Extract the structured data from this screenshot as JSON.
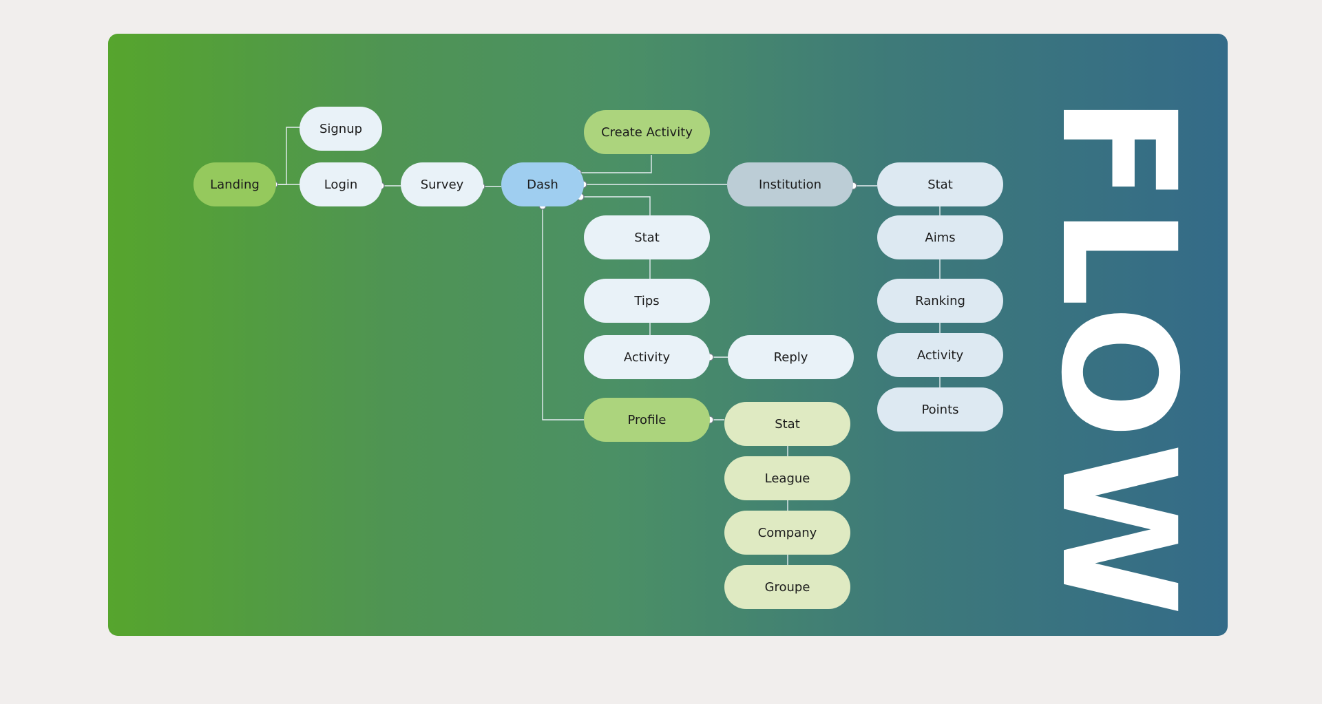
{
  "title_word": "FLOW",
  "colors": {
    "background": "#f1eeed",
    "gradient_start": "#56a52d",
    "gradient_end": "#346b88",
    "node_light": "#e9f2f8",
    "node_green": "#95c95d",
    "node_blue": "#9fcef0",
    "node_grey": "#bccdd6",
    "node_sage": "#dfeac2"
  },
  "nodes": {
    "landing": "Landing",
    "signup": "Signup",
    "login": "Login",
    "survey": "Survey",
    "dash": "Dash",
    "create_activity": "Create Activity",
    "institution": "Institution",
    "dash_stat": "Stat",
    "tips": "Tips",
    "dash_activity": "Activity",
    "reply": "Reply",
    "profile": "Profile",
    "profile_stat": "Stat",
    "league": "League",
    "company": "Company",
    "groupe": "Groupe",
    "inst_stat": "Stat",
    "aims": "Aims",
    "ranking": "Ranking",
    "inst_activity": "Activity",
    "points": "Points"
  },
  "edges": [
    [
      "landing",
      "signup"
    ],
    [
      "landing",
      "login"
    ],
    [
      "login",
      "survey"
    ],
    [
      "survey",
      "dash"
    ],
    [
      "dash",
      "create_activity"
    ],
    [
      "dash",
      "institution"
    ],
    [
      "dash",
      "dash_stat"
    ],
    [
      "dash",
      "profile"
    ],
    [
      "dash_stat",
      "tips"
    ],
    [
      "tips",
      "dash_activity"
    ],
    [
      "dash_activity",
      "reply"
    ],
    [
      "profile",
      "profile_stat"
    ],
    [
      "profile_stat",
      "league"
    ],
    [
      "league",
      "company"
    ],
    [
      "company",
      "groupe"
    ],
    [
      "institution",
      "inst_stat"
    ],
    [
      "inst_stat",
      "aims"
    ],
    [
      "aims",
      "ranking"
    ],
    [
      "ranking",
      "inst_activity"
    ],
    [
      "inst_activity",
      "points"
    ]
  ]
}
